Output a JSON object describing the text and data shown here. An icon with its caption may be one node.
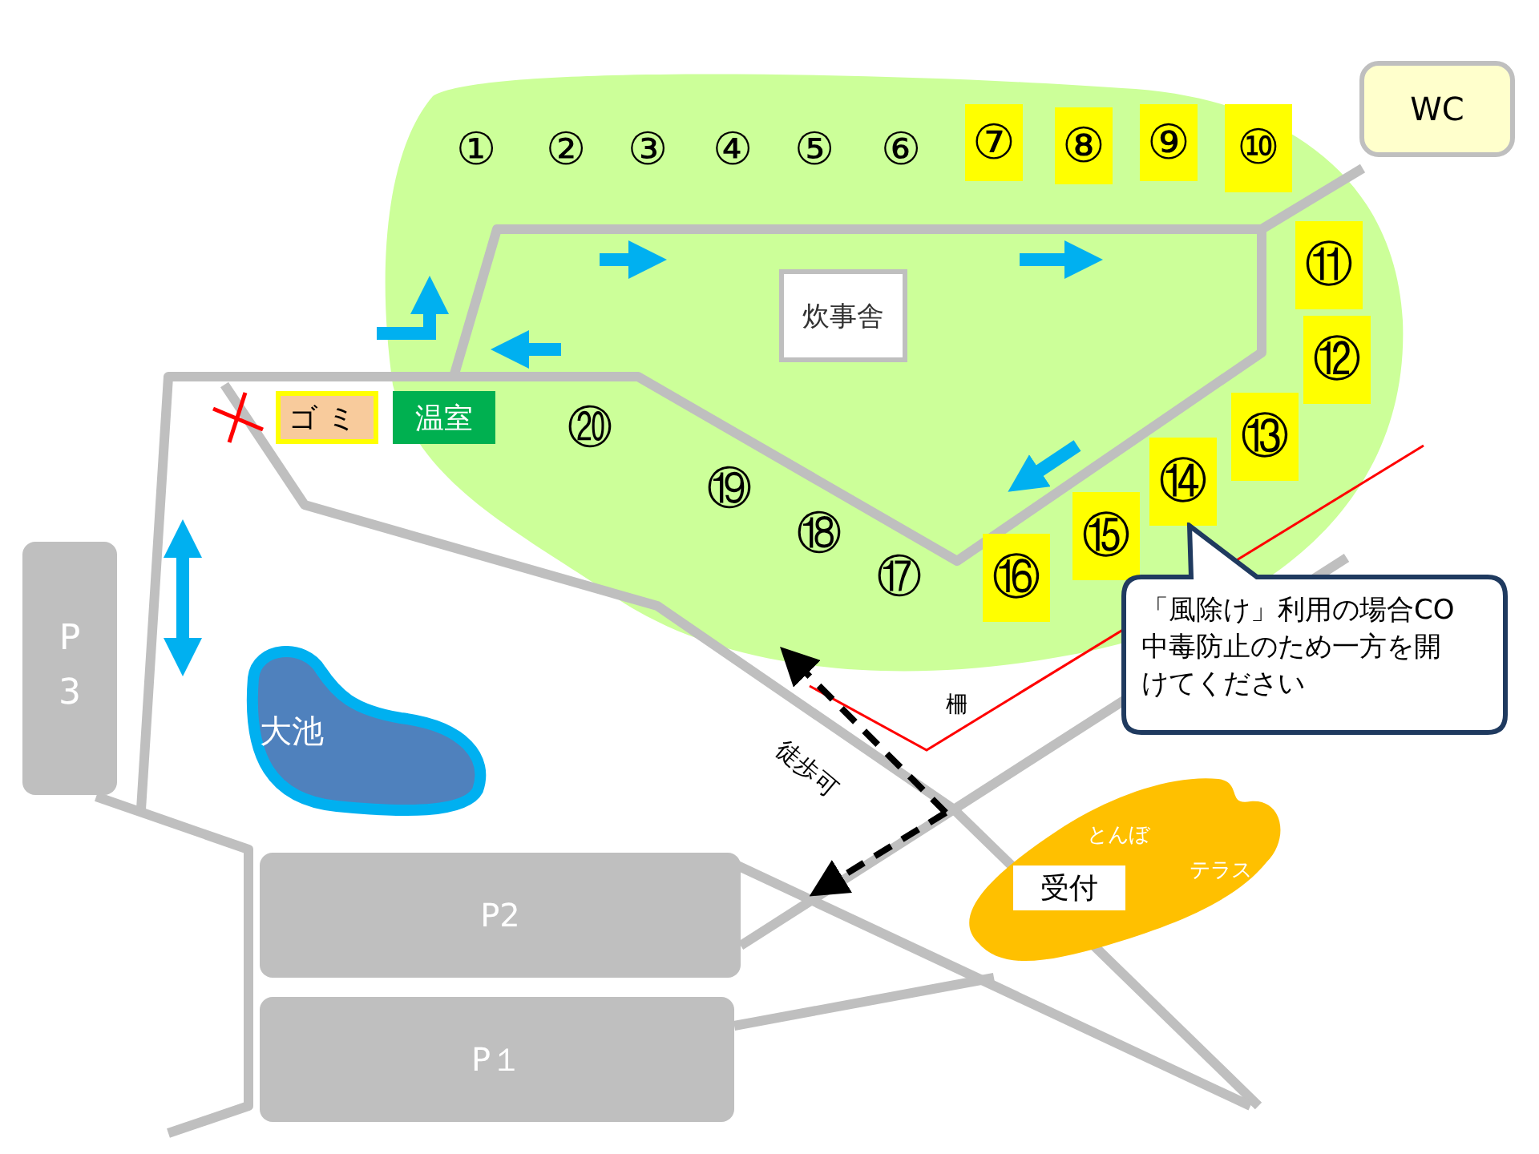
{
  "diagram": {
    "nodes": [
      {
        "text": [
          "WC"
        ]
      },
      {
        "text": [
          "炊事舎"
        ]
      },
      {
        "text": [
          "⑦"
        ]
      },
      {
        "text": [
          "⑧"
        ]
      },
      {
        "text": [
          "⑨"
        ]
      },
      {
        "text": [
          "⑩"
        ]
      },
      {
        "text": [
          "⑪"
        ]
      },
      {
        "text": [
          "⑫"
        ]
      },
      {
        "text": [
          "⑬"
        ]
      },
      {
        "text": [
          "⑭"
        ]
      },
      {
        "text": [
          "⑮"
        ]
      },
      {
        "text": [
          "⑯"
        ]
      },
      {
        "text": [
          "ゴミ"
        ]
      },
      {
        "text": [
          "温室"
        ]
      },
      {
        "text": [
          "P 3"
        ]
      },
      {
        "text": [
          "大池"
        ]
      },
      {
        "text": [
          "「風除け」利用の場合CO中毒防止のため一方を開けてください"
        ]
      },
      {
        "text": [
          "とんぼ",
          "テラス"
        ]
      },
      {
        "text": [
          "受付"
        ],
        "in": 17
      },
      {
        "text": [
          "P2"
        ]
      },
      {
        "text": [
          "P１"
        ]
      }
    ],
    "labels": [
      "①",
      "②",
      "③",
      "④",
      "⑤",
      "⑥",
      "⑳",
      "⑲",
      "⑱",
      "⑰",
      "柵",
      "徒歩可"
    ]
  }
}
